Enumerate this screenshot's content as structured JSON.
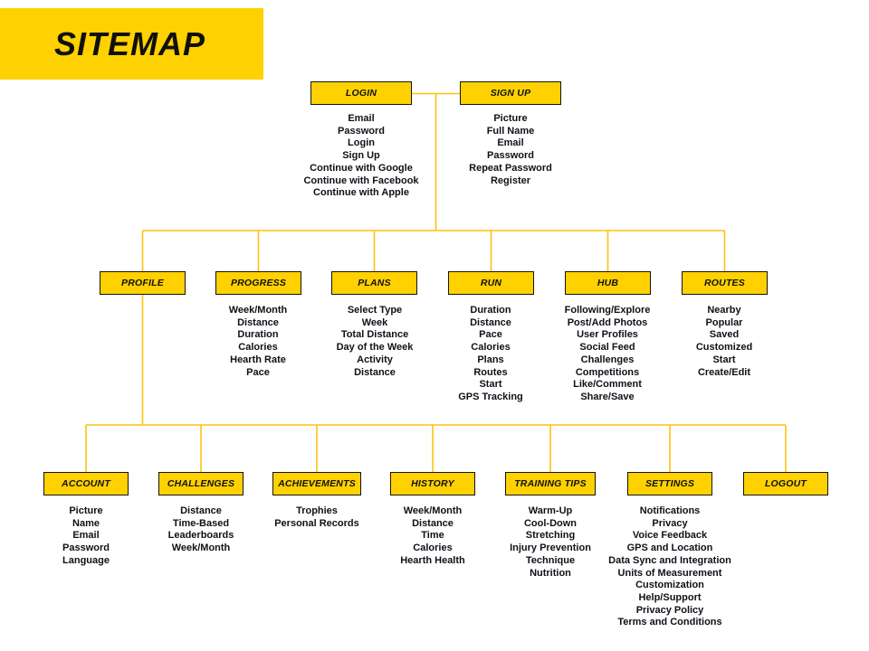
{
  "page_title": "SITEMAP",
  "colors": {
    "banner_yellow": "#FFD100",
    "node_fill": "#FFD100",
    "node_border": "#141414",
    "connector_line": "#FFC20E",
    "text": "#101018",
    "background": "#FFFFFF"
  },
  "tree": {
    "login": {
      "label": "LOGIN",
      "items": [
        "Email",
        "Password",
        "Login",
        "Sign Up",
        "Continue with Google",
        "Continue with Facebook",
        "Continue with Apple"
      ]
    },
    "signup": {
      "label": "SIGN UP",
      "items": [
        "Picture",
        "Full Name",
        "Email",
        "Password",
        "Repeat Password",
        "Register"
      ]
    },
    "profile": {
      "label": "PROFILE",
      "items": []
    },
    "progress": {
      "label": "PROGRESS",
      "items": [
        "Week/Month",
        "Distance",
        "Duration",
        "Calories",
        "Hearth Rate",
        "Pace"
      ]
    },
    "plans": {
      "label": "PLANS",
      "items": [
        "Select Type",
        "Week",
        "Total Distance",
        "Day of the Week",
        "Activity",
        "Distance"
      ]
    },
    "run": {
      "label": "RUN",
      "items": [
        "Duration",
        "Distance",
        "Pace",
        "Calories",
        "Plans",
        "Routes",
        "Start",
        "GPS Tracking"
      ]
    },
    "hub": {
      "label": "HUB",
      "items": [
        "Following/Explore",
        "Post/Add Photos",
        "User Profiles",
        "Social Feed",
        "Challenges",
        "Competitions",
        "Like/Comment",
        "Share/Save"
      ]
    },
    "routes": {
      "label": "ROUTES",
      "items": [
        "Nearby",
        "Popular",
        "Saved",
        "Customized",
        "Start",
        "Create/Edit"
      ]
    },
    "account": {
      "label": "ACCOUNT",
      "items": [
        "Picture",
        "Name",
        "Email",
        "Password",
        "Language"
      ]
    },
    "challenges": {
      "label": "CHALLENGES",
      "items": [
        "Distance",
        "Time-Based",
        "Leaderboards",
        "Week/Month"
      ]
    },
    "achievements": {
      "label": "ACHIEVEMENTS",
      "items": [
        "Trophies",
        "Personal Records"
      ]
    },
    "history": {
      "label": "HISTORY",
      "items": [
        "Week/Month",
        "Distance",
        "Time",
        "Calories",
        "Hearth Health"
      ]
    },
    "training_tips": {
      "label": "TRAINING TIPS",
      "items": [
        "Warm-Up",
        "Cool-Down",
        "Stretching",
        "Injury Prevention",
        "Technique",
        "Nutrition"
      ]
    },
    "settings": {
      "label": "SETTINGS",
      "items": [
        "Notifications",
        "Privacy",
        "Voice Feedback",
        "GPS and Location",
        "Data Sync and Integration",
        "Units of Measurement",
        "Customization",
        "Help/Support",
        "Privacy Policy",
        "Terms and Conditions"
      ]
    },
    "logout": {
      "label": "LOGOUT",
      "items": []
    }
  }
}
